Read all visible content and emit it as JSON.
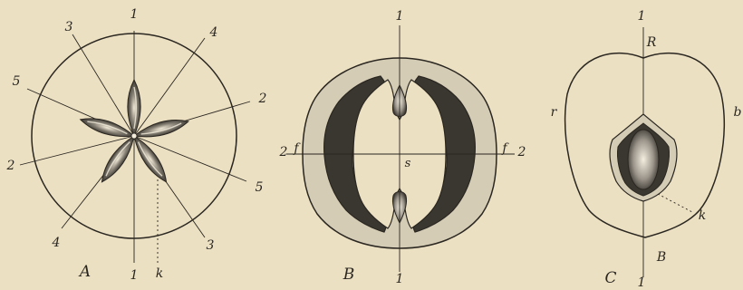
{
  "figure_a": {
    "caption": "A",
    "labels": {
      "axis_top": "1",
      "axis_bottom": "1",
      "top_left": "3",
      "top_right": "4",
      "left_upper": "5",
      "right_upper": "2",
      "left_lower": "2",
      "right_lower": "5",
      "bottom_left": "4",
      "bottom_right": "3",
      "marker": "k"
    }
  },
  "figure_b": {
    "caption": "B",
    "labels": {
      "axis_top": "1",
      "axis_bottom": "1",
      "left_num": "2",
      "left_letter": "f",
      "right_letter": "f",
      "right_num": "2",
      "center": "s"
    }
  },
  "figure_c": {
    "caption": "C",
    "labels": {
      "axis_top": "1",
      "axis_bottom": "1",
      "upper_letter": "R",
      "lower_letter": "B",
      "left_side": "r",
      "right_side": "b",
      "marker": "k"
    }
  },
  "colors": {
    "paper": "#ece0c3",
    "ink": "#2a2620",
    "band": "#d5ccb6",
    "dark_band": "#3a3630"
  }
}
